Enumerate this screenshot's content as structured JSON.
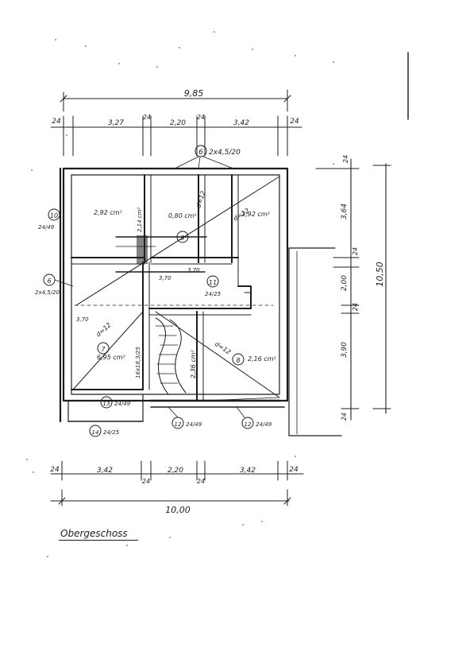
{
  "dimensions_top": {
    "total": "9,85",
    "segments": [
      "24",
      "3,27",
      "24",
      "2,20",
      "24",
      "3,42",
      "24"
    ]
  },
  "dimensions_bottom": {
    "total": "10,00",
    "segments": [
      "24",
      "3,42",
      "24",
      "2,20",
      "24",
      "3,42",
      "24"
    ]
  },
  "dimensions_right": {
    "total": "10,50",
    "segments": [
      "24",
      "3,64",
      "24",
      "2,00",
      "24",
      "3,90",
      "24"
    ]
  },
  "room_areas": [
    "2,92 cm²",
    "0,80 cm²",
    "2,92 cm²",
    "6,95 cm²",
    "2,36 cm²",
    "2,16 cm²"
  ],
  "diagonals": [
    "d=12",
    "d=12",
    "d=12",
    "d=12"
  ],
  "callouts": [
    {
      "number": "6",
      "note": "2x4,5/20"
    },
    {
      "number": "10",
      "note": "24/49"
    },
    {
      "number": "6",
      "note": "2x4,5/20"
    },
    {
      "number": "9",
      "note": ""
    },
    {
      "number": "11",
      "note": "24/25"
    },
    {
      "number": "7",
      "note": ""
    },
    {
      "number": "8",
      "note": ""
    },
    {
      "number": "13",
      "note": "24/49"
    },
    {
      "number": "12",
      "note": "24/49"
    },
    {
      "number": "12",
      "note": "24/49"
    },
    {
      "number": "14",
      "note": "24/25"
    }
  ],
  "small_labels": [
    "3,70",
    "3,70",
    "16x18,3/25",
    "3,70",
    "2,14 cm²"
  ],
  "caption": "Obergeschoss"
}
